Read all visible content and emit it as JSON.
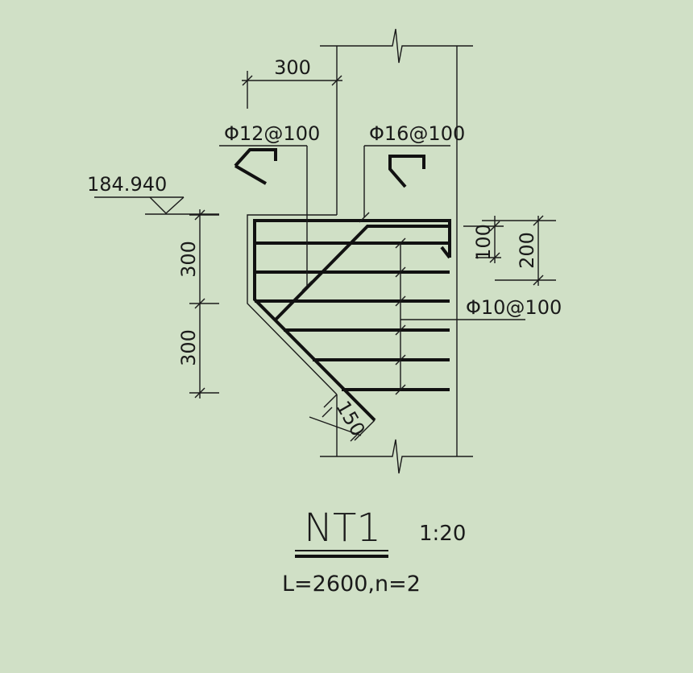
{
  "drawing": {
    "title": "NT1",
    "scale": "1:20",
    "subtitle": "L=2600,n=2",
    "elevation": "184.940",
    "dimensions": {
      "top_width": "300",
      "left_upper": "300",
      "left_lower": "300",
      "right_small": "100",
      "right_large": "200",
      "slope": "150"
    },
    "rebar_callouts": {
      "left_hook": "Φ12@100",
      "right_hook": "Φ16@100",
      "horizontal": "Φ10@100"
    }
  }
}
